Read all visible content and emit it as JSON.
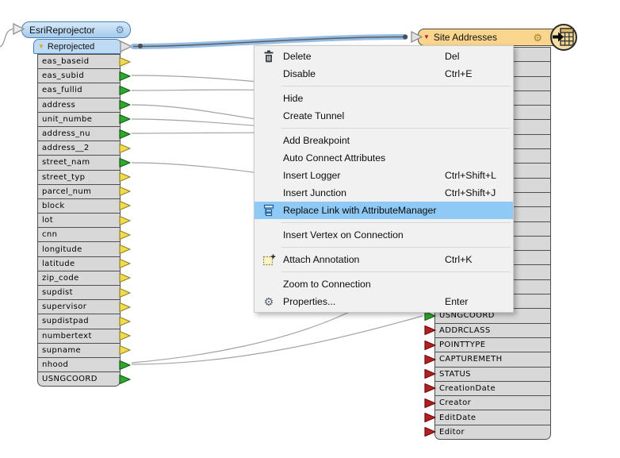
{
  "transformer": {
    "title": "EsriReprojector",
    "output_port": "Reprojected",
    "attributes": [
      {
        "name": "eas_baseid",
        "port": "yellow"
      },
      {
        "name": "eas_subid",
        "port": "green"
      },
      {
        "name": "eas_fullid",
        "port": "green"
      },
      {
        "name": "address",
        "port": "green"
      },
      {
        "name": "unit_numbe",
        "port": "green"
      },
      {
        "name": "address_nu",
        "port": "green"
      },
      {
        "name": "address__2",
        "port": "yellow"
      },
      {
        "name": "street_nam",
        "port": "green"
      },
      {
        "name": "street_typ",
        "port": "yellow"
      },
      {
        "name": "parcel_num",
        "port": "yellow"
      },
      {
        "name": "block",
        "port": "yellow"
      },
      {
        "name": "lot",
        "port": "yellow"
      },
      {
        "name": "cnn",
        "port": "yellow"
      },
      {
        "name": "longitude",
        "port": "yellow"
      },
      {
        "name": "latitude",
        "port": "yellow"
      },
      {
        "name": "zip_code",
        "port": "yellow"
      },
      {
        "name": "supdist",
        "port": "yellow"
      },
      {
        "name": "supervisor",
        "port": "yellow"
      },
      {
        "name": "supdistpad",
        "port": "yellow"
      },
      {
        "name": "numbertext",
        "port": "yellow"
      },
      {
        "name": "supname",
        "port": "yellow"
      },
      {
        "name": "nhood",
        "port": "green"
      },
      {
        "name": "USNGCOORD",
        "port": "green"
      }
    ]
  },
  "writer": {
    "title": "Site Addresses",
    "hidden_rows": 18,
    "attributes": [
      {
        "name": "USNGCOORD",
        "port": "green"
      },
      {
        "name": "ADDRCLASS",
        "port": "red"
      },
      {
        "name": "POINTTYPE",
        "port": "red"
      },
      {
        "name": "CAPTUREMETH",
        "port": "red"
      },
      {
        "name": "STATUS",
        "port": "red"
      },
      {
        "name": "CreationDate",
        "port": "red"
      },
      {
        "name": "Creator",
        "port": "red"
      },
      {
        "name": "EditDate",
        "port": "red"
      },
      {
        "name": "Editor",
        "port": "red"
      }
    ]
  },
  "context_menu": {
    "items": [
      {
        "label": "Delete",
        "shortcut": "Del",
        "icon": "trash-icon"
      },
      {
        "label": "Disable",
        "shortcut": "Ctrl+E"
      },
      {
        "separator": true
      },
      {
        "label": "Hide"
      },
      {
        "label": "Create Tunnel"
      },
      {
        "separator": true
      },
      {
        "label": "Add Breakpoint"
      },
      {
        "label": "Auto Connect Attributes"
      },
      {
        "label": "Insert Logger",
        "shortcut": "Ctrl+Shift+L"
      },
      {
        "label": "Insert Junction",
        "shortcut": "Ctrl+Shift+J"
      },
      {
        "label": "Replace Link with AttributeManager",
        "icon": "attribute-manager-icon",
        "highlighted": true
      },
      {
        "separator": true
      },
      {
        "label": "Insert Vertex on Connection"
      },
      {
        "separator": true
      },
      {
        "label": "Attach Annotation",
        "shortcut": "Ctrl+K",
        "icon": "annotation-icon"
      },
      {
        "separator": true
      },
      {
        "label": "Zoom to Connection"
      },
      {
        "label": "Properties...",
        "shortcut": "Enter",
        "icon": "gear-icon"
      }
    ]
  },
  "colors": {
    "port_yellow": "#f0dc4e",
    "port_green": "#2fa82f",
    "port_red": "#b51f1f",
    "transformer_header": "#a5cbec",
    "writer_header": "#f9d58d",
    "menu_highlight": "#8fc9f5",
    "selected_connection": "#8ab6e2"
  }
}
